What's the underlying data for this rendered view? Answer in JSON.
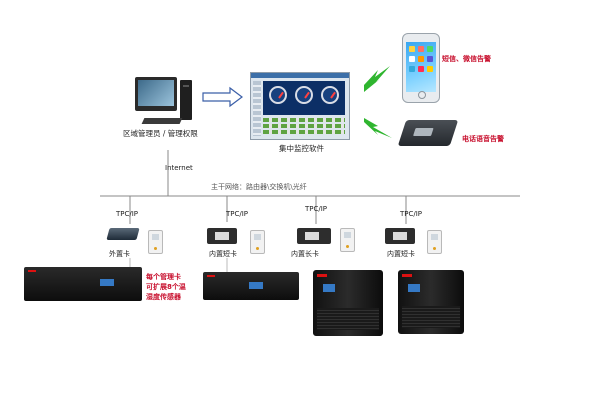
{
  "nodes": {
    "admin": "区域管理员 / 管理权限",
    "software": "集中监控软件",
    "sms": "短信、微信告警",
    "voice": "电话语音告警",
    "internet": "Internet",
    "backbone": "主干网络：路由器\\交换机\\光纤",
    "tcpip": "TPC/IP",
    "external_card": "外置卡",
    "internal_card": "内置短卡",
    "internal_long_card": "内置长卡",
    "expand_note": [
      "每个管理卡",
      "可扩展8个温",
      "湿度传感器"
    ]
  },
  "colors": {
    "alert_red": "#c8102e",
    "lightning": "#2fb52f",
    "arrow_blue": "#3b5fa8",
    "line": "#888888"
  }
}
